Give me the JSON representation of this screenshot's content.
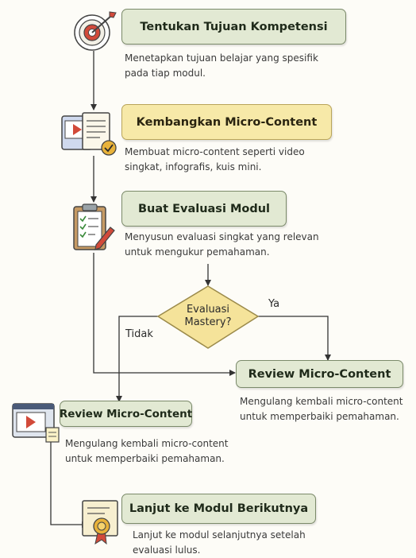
{
  "steps": [
    {
      "title": "Tentukan Tujuan Kompetensi",
      "desc_line1": "Menetapkan tujuan belajar yang spesifik",
      "desc_line2": "pada tiap modul."
    },
    {
      "title": "Kembangkan Micro-Content",
      "desc_line1": "Membuat micro-content seperti video",
      "desc_line2": "singkat, infografis, kuis mini."
    },
    {
      "title": "Buat Evaluasi Modul",
      "desc_line1": "Menyusun evaluasi singkat yang relevan",
      "desc_line2": "untuk mengukur pemahaman."
    },
    {
      "title": "Review Micro-Content",
      "desc_line1": "Mengulang kembali micro-content",
      "desc_line2": "untuk memperbaiki pemahaman."
    },
    {
      "title": "Review Micro-Content",
      "desc_line1": "Mengulang kembali micro-content",
      "desc_line2": "untuk memperbaiki pemahaman."
    },
    {
      "title": "Lanjut ke Modul Berikutnya",
      "desc_line1": "Lanjut ke modul selanjutnya setelah",
      "desc_line2": "evaluasi lulus."
    }
  ],
  "decision": {
    "line1": "Evaluasi",
    "line2": "Mastery?",
    "yes_label": "Ya",
    "no_label": "Tidak"
  },
  "colors": {
    "green_box": "#e2e9d3",
    "yellow_box": "#f7e9a8",
    "diamond": "#f5e39a",
    "border": "#7b8a6a",
    "arrow": "#333333"
  },
  "icons": [
    "target-icon",
    "video-document-icon",
    "clipboard-checklist-icon",
    "video-window-icon",
    "certificate-award-icon"
  ]
}
